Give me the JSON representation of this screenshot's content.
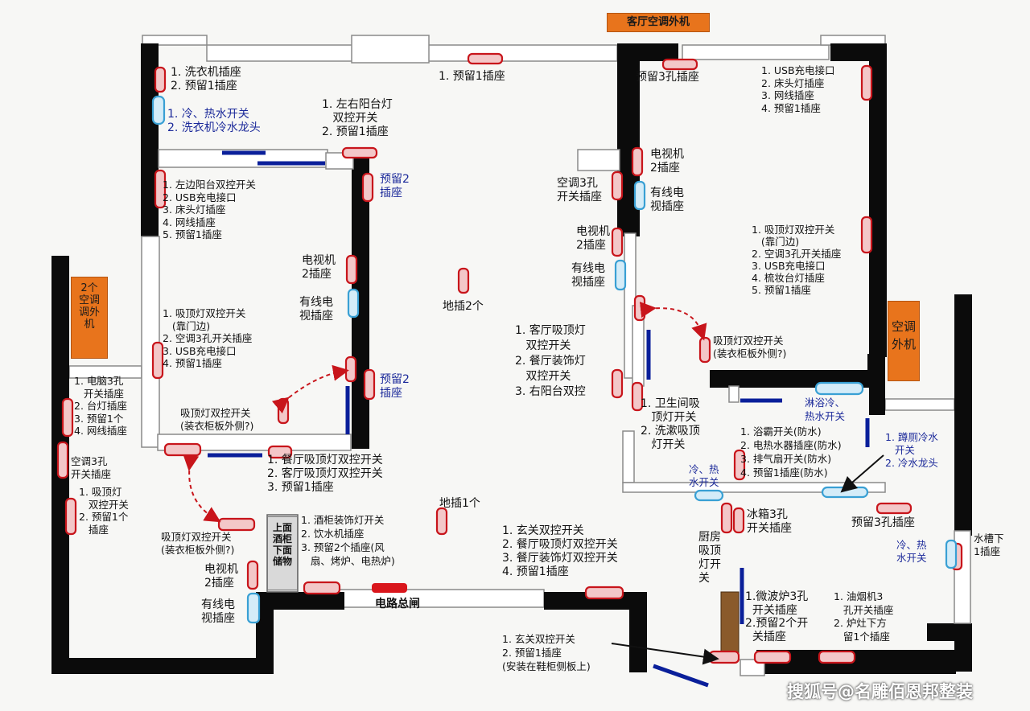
{
  "colors": {
    "wall": "#0b0b0b",
    "socket_outline": "#c8151b",
    "socket_fill": "#f3c7c8",
    "water_outline": "#39a0d4",
    "water_fill": "#d4ecf8",
    "blue_line": "#0a1f9a",
    "orange_tag": "#e8741c",
    "arrow": "#c8151b"
  },
  "tags": {
    "living_ac_unit": "客厅空调外机",
    "left_ac_units": "2个\n空调\n调外\n机",
    "right_ac_unit": "空调\n外机",
    "cabinet": "上面\n酒柜\n下面\n储物",
    "main_switch": "电路总闸"
  },
  "labels": {
    "laundry": "1. 洗衣机插座\n2. 预留1插座",
    "laundry_water": "1. 冷、热水开关\n2. 洗衣机冷水龙头",
    "balcony_light": "1. 左右阳台灯\n   双控开关\n2. 预留1插座",
    "top_socket": "1. 预留1插座",
    "reserve2_upper": "预留2\n插座",
    "master_list": "1. 左边阳台双控开关\n2. USB充电接口\n3. 床头灯插座\n4. 网线插座\n5. 预留1插座",
    "master_tv": "电视机\n2插座",
    "master_cable": "有线电\n视插座",
    "master_list2": "1. 吸顶灯双控开关\n   (靠门边)\n2. 空调3孔开关插座\n3. USB充电接口\n4. 预留1插座",
    "reserve2_lower": "预留2\n插座",
    "master_ceiling": "吸顶灯双控开关\n(装衣柜板外侧?)",
    "floor_socket2": "地插2个",
    "living_list": "1. 客厅吸顶灯\n   双控开关\n2. 餐厅装饰灯\n   双控开关\n3. 右阳台双控",
    "dining_list": "1. 餐厅吸顶灯双控开关\n2. 客厅吸顶灯双控开关\n3. 预留1插座",
    "floor_socket1": "地插1个",
    "cabinet_list": "1. 酒柜装饰灯开关\n2. 饮水机插座\n3. 预留2个插座(风\n   扇、烤炉、电热炉)",
    "entry_list": "1. 玄关双控开关\n2. 餐厅吸顶灯双控开关\n3. 餐厅装饰灯双控开关\n4. 预留1插座",
    "shoe_list": "1. 玄关双控开关\n2. 预留1插座\n(安装在鞋柜侧板上)",
    "small_left_list": "1. 电脑3孔\n   开关插座\n2. 台灯插座\n3. 预留1个\n4. 网线插座",
    "small_ac": "空调3孔\n开关插座",
    "small_list2": "1. 吸顶灯\n   双控开关\n2. 预留1个\n   插座",
    "small_ceiling": "吸顶灯双控开关\n(装衣柜板外侧?)",
    "small_tv": "电视机\n2插座",
    "small_cable": "有线电\n视插座",
    "right_top_socket": "预留3孔插座",
    "right_list": "1. USB充电接口\n2. 床头灯插座\n3. 网线插座\n4. 预留1插座",
    "right_tv": "电视机\n2插座",
    "right_cable": "有线电\n视插座",
    "living_ac": "空调3孔\n开关插座",
    "living_tv": "电视机\n2插座",
    "living_cable": "有线电\n视插座",
    "right_list2": "1. 吸顶灯双控开关\n   (靠门边)\n2. 空调3孔开关插座\n3. USB充电接口\n4. 梳妆台灯插座\n5. 预留1插座",
    "right_ceiling": "吸顶灯双控开关\n(装衣柜板外侧?)",
    "bath_door": "1. 卫生间吸\n   顶灯开关\n2. 洗漱吸顶\n   灯开关",
    "bath_list": "1. 浴霸开关(防水)\n2. 电热水器插座(防水)\n3. 排气扇开关(防水)\n4. 预留1插座(防水)",
    "shower_water": "淋浴冷、\n热水开关",
    "bath_water2": "1. 蹲厕冷水\n   开关\n2. 冷水龙头",
    "basin_water": "冷、热\n水开关",
    "fridge": "冰箱3孔\n开关插座",
    "kitchen_reserve": "预留3孔插座",
    "kitchen_light": "厨房\n吸顶\n灯开\n关",
    "sink_water": "冷、热\n水开关",
    "sink_socket": "水槽下\n1插座",
    "microwave": "1.微波炉3孔\n  开关插座\n2.预留2个开\n  关插座",
    "hood": "1. 油烟机3\n   孔开关插座\n2. 炉灶下方\n   留1个插座",
    "watermark": "搜狐号@名雕佰恩邦整装"
  }
}
